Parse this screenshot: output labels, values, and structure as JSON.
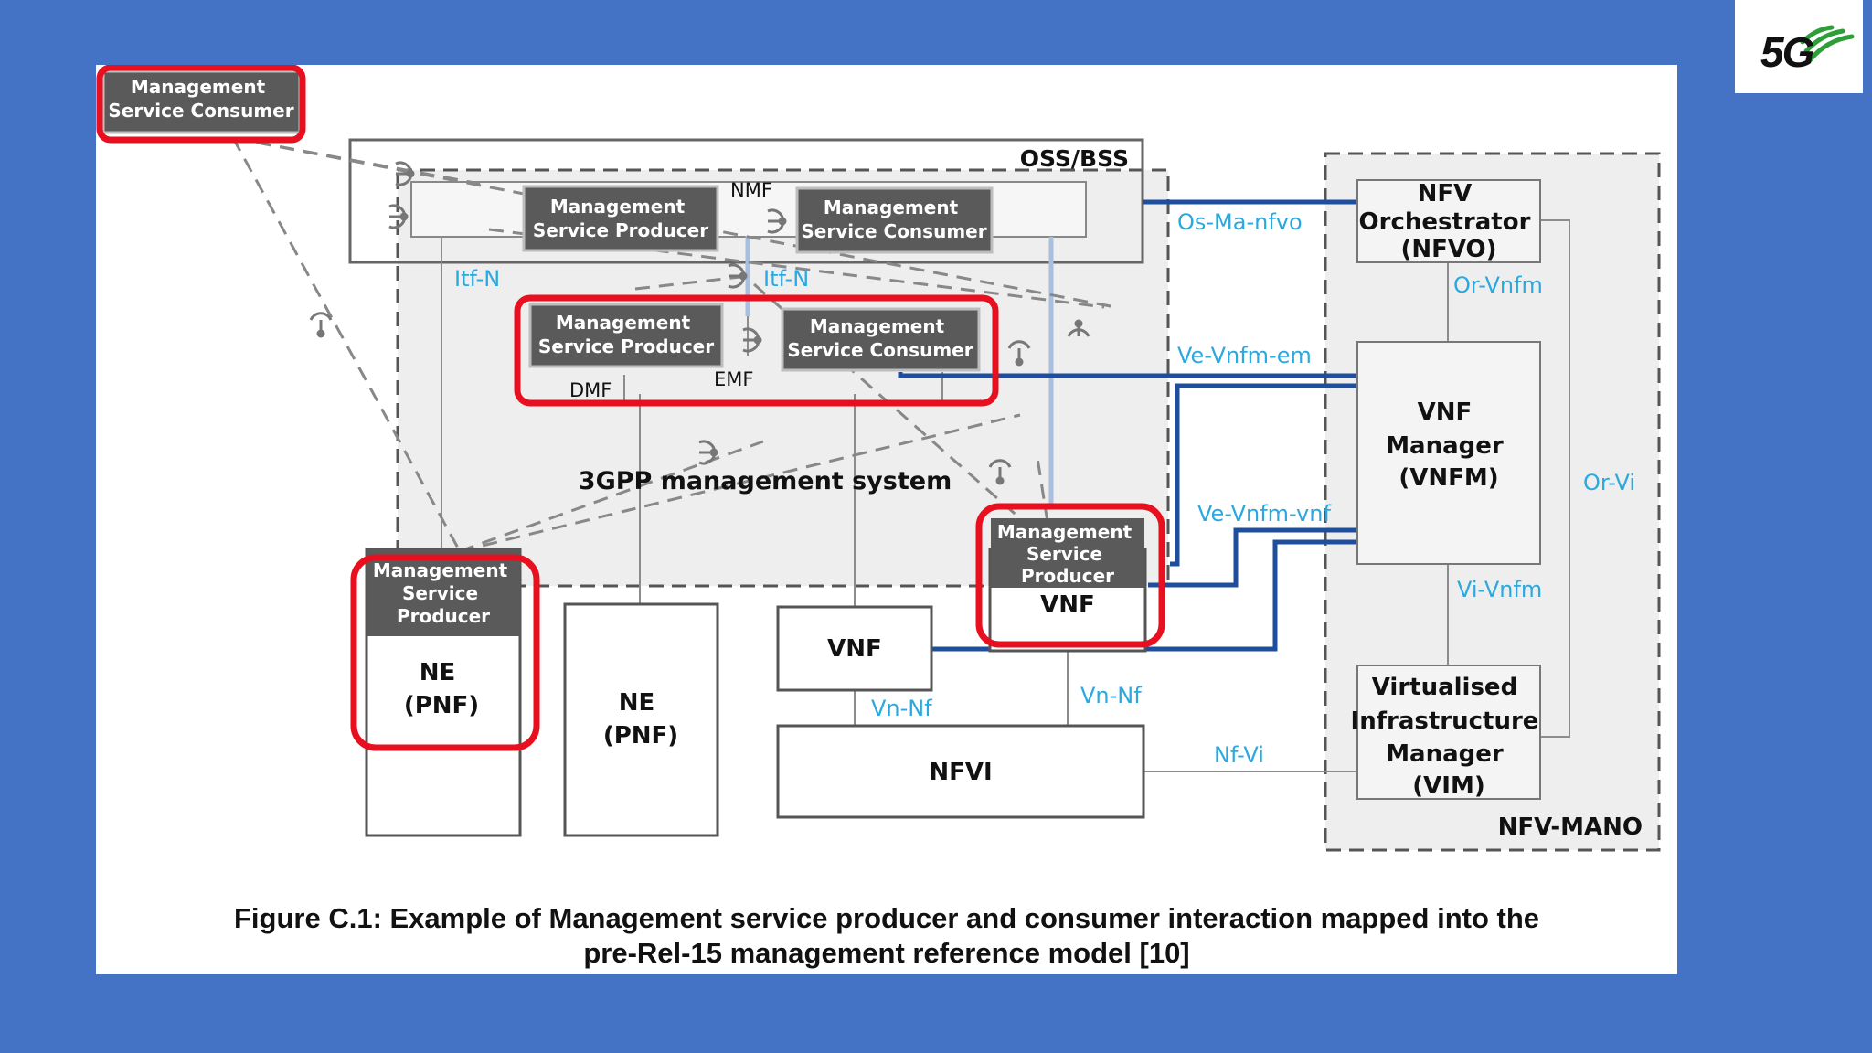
{
  "logo": {
    "text": "5G",
    "icon": "signal-arcs-icon",
    "accent": "#2e9d3a"
  },
  "caption": {
    "line1": "Figure C.1: Example of Management service producer and consumer interaction mapped into the",
    "line2": "pre-Rel-15 management reference model [10]"
  },
  "diagram": {
    "oss_bss": "OSS/BSS",
    "nfv_mano": "NFV-MANO",
    "mgmt_system": "3GPP management system",
    "nmf": "NMF",
    "emf": "EMF",
    "dmf": "DMF",
    "msc_outside": [
      "Management",
      "Service Consumer"
    ],
    "msp_nmf": [
      "Management",
      "Service Producer"
    ],
    "msc_nmf": [
      "Management",
      "Service Consumer"
    ],
    "msp_emf": [
      "Management",
      "Service Producer"
    ],
    "msc_emf": [
      "Management",
      "Service Consumer"
    ],
    "msp_ne": [
      "Management",
      "Service",
      "Producer"
    ],
    "msp_vnf": [
      "Management",
      "Service",
      "Producer"
    ],
    "ne1": [
      "NE",
      "(PNF)"
    ],
    "ne2": [
      "NE",
      "(PNF)"
    ],
    "vnf1": "VNF",
    "vnf2": "VNF",
    "nfvi": "NFVI",
    "nfvo": [
      "NFV",
      "Orchestrator",
      "(NFVO)"
    ],
    "vnfm": [
      "VNF",
      "Manager",
      "(VNFM)"
    ],
    "vim": [
      "Virtualised",
      "Infrastructure",
      "Manager",
      "(VIM)"
    ],
    "interfaces": {
      "itf_n_left": "Itf-N",
      "itf_n_right": "Itf-N",
      "os_ma_nfvo": "Os-Ma-nfvo",
      "or_vnfm": "Or-Vnfm",
      "ve_vnfm_em": "Ve-Vnfm-em",
      "ve_vnfm_vnf": "Ve-Vnfm-vnf",
      "or_vi": "Or-Vi",
      "vi_vnfm": "Vi-Vnfm",
      "vn_nf_left": "Vn-Nf",
      "vn_nf_right": "Vn-Nf",
      "nf_vi": "Nf-Vi"
    },
    "colors": {
      "highlight": "#e8101e",
      "dark_box": "#5a5a5a",
      "interface_text": "#29a9e0",
      "nfv_line": "#1f4e9c",
      "background": "#4472c4"
    }
  }
}
